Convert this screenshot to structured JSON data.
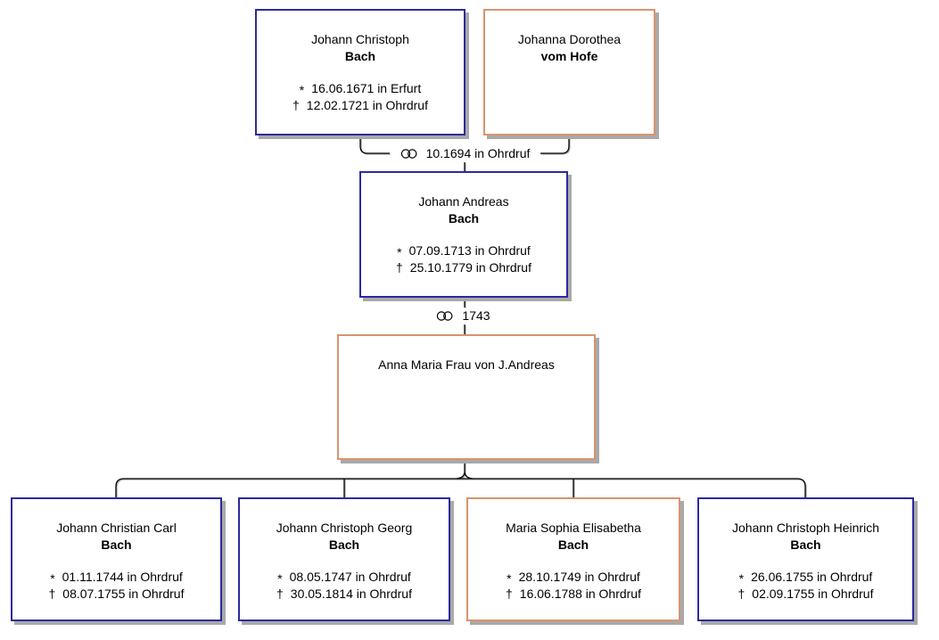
{
  "colors": {
    "male_border": "#2b2b9e",
    "female_border": "#d8946f",
    "shadow": "#a9a9a9",
    "line": "#000000"
  },
  "symbols": {
    "born": "*",
    "died": "†",
    "marriage_icon": "marriage-rings"
  },
  "persons": [
    {
      "role": "father",
      "sex": "male",
      "name": "Johann Christoph",
      "surname": "Bach",
      "born": "16.06.1671 in Erfurt",
      "died": "12.02.1721 in Ohrdruf"
    },
    {
      "role": "mother",
      "sex": "female",
      "name": "Johanna Dorothea",
      "surname": "vom Hofe"
    },
    {
      "role": "son",
      "sex": "male",
      "name": "Johann Andreas",
      "surname": "Bach",
      "born": "07.09.1713 in Ohrdruf",
      "died": "25.10.1779 in Ohrdruf"
    },
    {
      "role": "wife",
      "sex": "female",
      "name": "Anna Maria Frau von J.Andreas"
    },
    {
      "role": "child1",
      "sex": "male",
      "name": "Johann Christian Carl",
      "surname": "Bach",
      "born": "01.11.1744 in Ohrdruf",
      "died": "08.07.1755 in Ohrdruf"
    },
    {
      "role": "child2",
      "sex": "male",
      "name": "Johann Christoph Georg",
      "surname": "Bach",
      "born": "08.05.1747 in Ohrdruf",
      "died": "30.05.1814 in Ohrdruf"
    },
    {
      "role": "child3",
      "sex": "female",
      "name": "Maria Sophia Elisabetha",
      "surname": "Bach",
      "born": "28.10.1749 in Ohrdruf",
      "died": "16.06.1788 in Ohrdruf"
    },
    {
      "role": "child4",
      "sex": "male",
      "name": "Johann Christoph Heinrich",
      "surname": "Bach",
      "born": "26.06.1755 in Ohrdruf",
      "died": "02.09.1755 in Ohrdruf"
    }
  ],
  "marriages": [
    {
      "label": "10.1694 in Ohrdruf"
    },
    {
      "label": "1743"
    }
  ]
}
